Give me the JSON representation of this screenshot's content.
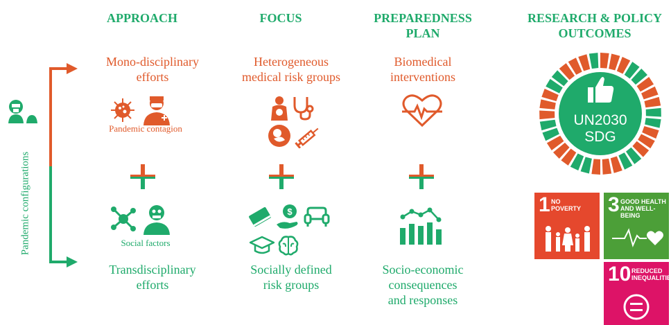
{
  "headers": {
    "approach": "APPROACH",
    "focus": "FOCUS",
    "preparedness_line1": "PREPAREDNESS",
    "preparedness_line2": "PLAN",
    "outcomes_line1": "RESEARCH & POLICY",
    "outcomes_line2": "OUTCOMES"
  },
  "vertical_label": "Pandemic configurations",
  "top_row": {
    "approach_line1": "Mono-disciplinary",
    "approach_line2": "efforts",
    "approach_caption": "Pandemic contagion",
    "focus_line1": "Heterogeneous",
    "focus_line2": "medical risk groups",
    "plan_line1": "Biomedical",
    "plan_line2": "interventions"
  },
  "bottom_row": {
    "approach_caption": "Social factors",
    "approach_line1": "Transdisciplinary",
    "approach_line2": "efforts",
    "focus_line1": "Socially defined",
    "focus_line2": "risk groups",
    "plan_line1": "Socio-economic",
    "plan_line2": "consequences",
    "plan_line3": "and responses"
  },
  "ring": {
    "line1": "UN2030",
    "line2": "SDG"
  },
  "sdg_tiles": [
    {
      "number": "1",
      "label_line1": "NO",
      "label_line2": "POVERTY",
      "color": "#e5482d"
    },
    {
      "number": "3",
      "label_line1": "GOOD HEALTH",
      "label_line2": "AND WELL-BEING",
      "color": "#4c9f38"
    },
    {
      "number": "10",
      "label_line1": "REDUCED",
      "label_line2": "INEQUALITIES",
      "color": "#dd1367"
    }
  ],
  "colors": {
    "orange": "#e05a2b",
    "green": "#1faa6b"
  },
  "icons": [
    "virus-icon",
    "doctor-icon",
    "mother-child-icon",
    "stethoscope-icon",
    "fetus-icon",
    "syringe-icon",
    "heart-pulse-icon",
    "network-icon",
    "person-icon",
    "book-icon",
    "money-hand-icon",
    "sofa-icon",
    "graduation-cap-icon",
    "brain-icon",
    "bar-line-chart-icon",
    "thumbs-up-icon"
  ]
}
